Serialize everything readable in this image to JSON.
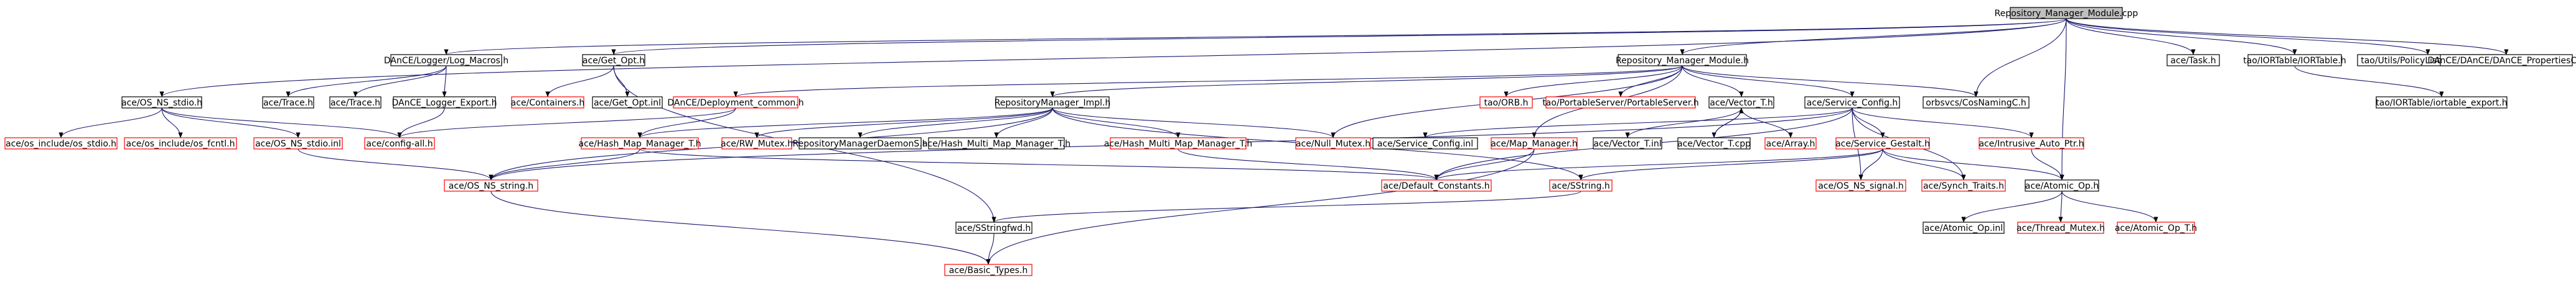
{
  "colors": {
    "root_fill": "#bfbfbf",
    "node_fill": "#ffffff",
    "node_stroke": "#000000",
    "missing_stroke": "#ff0000",
    "edge": "#191970"
  },
  "nodes": {
    "root": {
      "label": "Repository_Manager_Module.cpp",
      "kind": "root"
    },
    "dance_log_macros": {
      "label": "DAnCE/Logger/Log_Macros.h",
      "kind": "doc"
    },
    "ace_get_opt_h": {
      "label": "ace/Get_Opt.h",
      "kind": "doc"
    },
    "repo_module_h": {
      "label": "Repository_Manager_Module.h",
      "kind": "doc"
    },
    "orbsvcs_cosnaming": {
      "label": "orbsvcs/CosNamingC.h",
      "kind": "doc"
    },
    "ace_task": {
      "label": "ace/Task.h",
      "kind": "doc"
    },
    "tao_iortable_h": {
      "label": "tao/IORTable/IORTable.h",
      "kind": "doc"
    },
    "tao_policylist_destroyer": {
      "label": "tao/Utils/PolicyList_Destroyer.h",
      "kind": "doc"
    },
    "dance_properties": {
      "label": "DAnCE/DAnCE/DAnCE_PropertiesC.h",
      "kind": "doc"
    },
    "ace_os_ns_stdio_h": {
      "label": "ace/OS_NS_stdio.h",
      "kind": "doc"
    },
    "ace_trace_1": {
      "label": "ace/Trace.h",
      "kind": "doc"
    },
    "ace_trace_2": {
      "label": "ace/Trace.h",
      "kind": "doc"
    },
    "dance_logger_export": {
      "label": "DAnCE_Logger_Export.h",
      "kind": "doc"
    },
    "ace_containers": {
      "label": "ace/Containers.h",
      "kind": "missing"
    },
    "ace_get_opt_inl": {
      "label": "ace/Get_Opt.inl",
      "kind": "doc"
    },
    "dance_deployment_common": {
      "label": "DAnCE/Deployment_common.h",
      "kind": "missing"
    },
    "repo_impl_h": {
      "label": "RepositoryManager_Impl.h",
      "kind": "doc"
    },
    "tao_orb": {
      "label": "tao/ORB.h",
      "kind": "missing"
    },
    "tao_portableserver": {
      "label": "tao/PortableServer/PortableServer.h",
      "kind": "missing"
    },
    "ace_vector_t_h": {
      "label": "ace/Vector_T.h",
      "kind": "doc"
    },
    "ace_service_config_h": {
      "label": "ace/Service_Config.h",
      "kind": "doc"
    },
    "tao_iortable_export": {
      "label": "tao/IORTable/iortable_export.h",
      "kind": "doc"
    },
    "ace_os_include_os_stdio": {
      "label": "ace/os_include/os_stdio.h",
      "kind": "missing"
    },
    "ace_os_include_os_fcntl": {
      "label": "ace/os_include/os_fcntl.h",
      "kind": "missing"
    },
    "ace_os_ns_stdio_inl": {
      "label": "ace/OS_NS_stdio.inl",
      "kind": "missing"
    },
    "ace_config_all": {
      "label": "ace/config-all.h",
      "kind": "missing"
    },
    "ace_hash_map_manager_t": {
      "label": "ace/Hash_Map_Manager_T.h",
      "kind": "missing"
    },
    "ace_rw_mutex": {
      "label": "ace/RW_Mutex.h",
      "kind": "missing"
    },
    "repo_daemon_s": {
      "label": "RepositoryManagerDaemonS.h",
      "kind": "doc"
    },
    "ace_hash_multi_map_manager_t": {
      "label": "ace/Hash_Multi_Map_Manager_T.h",
      "kind": "doc"
    },
    "ace_hash_multi_map_manager_t_h": {
      "label": "ace/Hash_Multi_Map_Manager_T.h",
      "kind": "missing"
    },
    "ace_null_mutex": {
      "label": "ace/Null_Mutex.h",
      "kind": "missing"
    },
    "ace_service_config_inl": {
      "label": "ace/Service_Config.inl",
      "kind": "doc"
    },
    "ace_map_manager": {
      "label": "ace/Map_Manager.h",
      "kind": "missing"
    },
    "ace_vector_t_inl": {
      "label": "ace/Vector_T.inl",
      "kind": "doc"
    },
    "ace_vector_t_cpp": {
      "label": "ace/Vector_T.cpp",
      "kind": "doc"
    },
    "ace_array": {
      "label": "ace/Array.h",
      "kind": "missing"
    },
    "ace_service_gestalt": {
      "label": "ace/Service_Gestalt.h",
      "kind": "missing"
    },
    "ace_intrusive_auto_ptr": {
      "label": "ace/Intrusive_Auto_Ptr.h",
      "kind": "missing"
    },
    "ace_os_ns_string": {
      "label": "ace/OS_NS_string.h",
      "kind": "missing"
    },
    "ace_default_constants": {
      "label": "ace/Default_Constants.h",
      "kind": "missing"
    },
    "ace_sstring": {
      "label": "ace/SString.h",
      "kind": "missing"
    },
    "ace_os_ns_signal": {
      "label": "ace/OS_NS_signal.h",
      "kind": "missing"
    },
    "ace_synch_traits": {
      "label": "ace/Synch_Traits.h",
      "kind": "missing"
    },
    "ace_atomic_op_h": {
      "label": "ace/Atomic_Op.h",
      "kind": "doc"
    },
    "ace_sstringfwd": {
      "label": "ace/SStringfwd.h",
      "kind": "doc"
    },
    "ace_atomic_op_inl": {
      "label": "ace/Atomic_Op.inl",
      "kind": "doc"
    },
    "ace_thread_mutex": {
      "label": "ace/Thread_Mutex.h",
      "kind": "missing"
    },
    "ace_atomic_op_t": {
      "label": "ace/Atomic_Op_T.h",
      "kind": "missing"
    },
    "ace_basic_types": {
      "label": "ace/Basic_Types.h",
      "kind": "missing"
    }
  }
}
